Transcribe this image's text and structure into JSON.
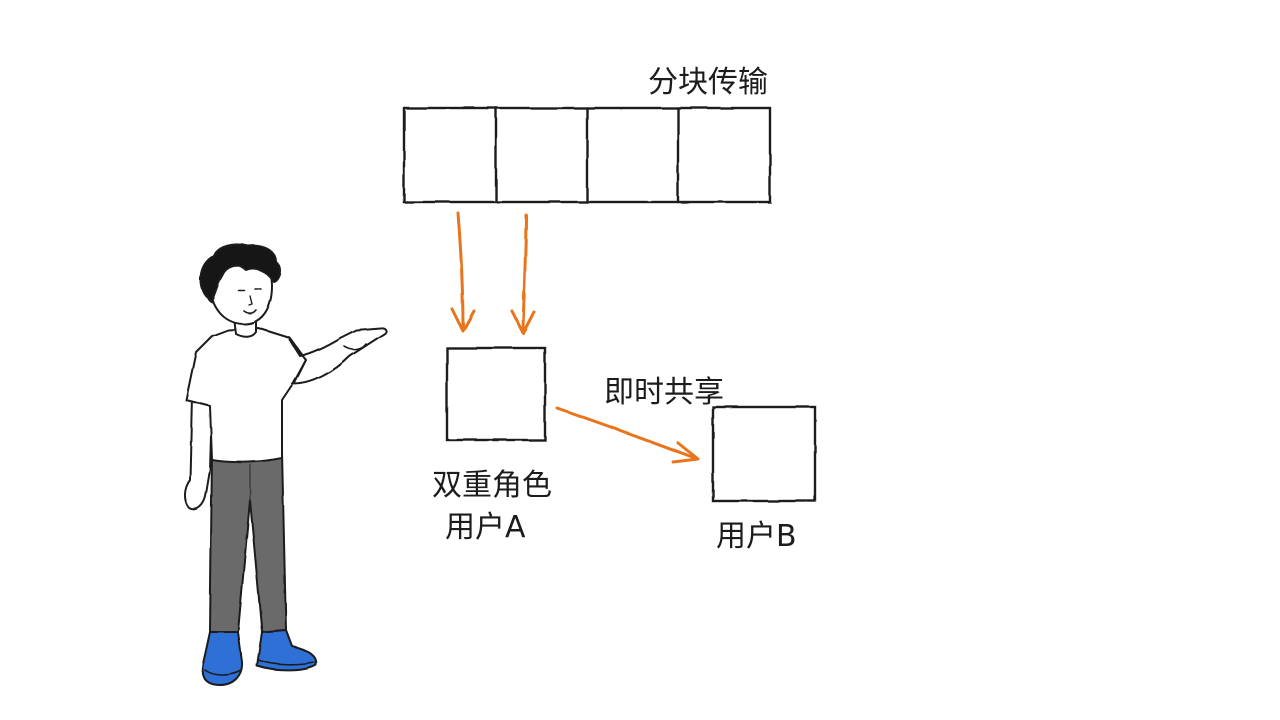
{
  "diagram": {
    "block_transfer_label": "分块传输",
    "block_count": 4,
    "instant_share_label": "即时共享",
    "user_a": {
      "role_label": "双重角色",
      "name_label": "用户A"
    },
    "user_b": {
      "name_label": "用户B"
    }
  },
  "colors": {
    "ink": "#1c1c1c",
    "arrow": "#e8751f",
    "shirt": "#ffffff",
    "pants": "#6b6b6b",
    "shoes": "#2f6fd6",
    "hair": "#141414"
  },
  "icons": [
    "pointing-person-icon",
    "down-arrow-icon",
    "right-arrow-icon"
  ]
}
